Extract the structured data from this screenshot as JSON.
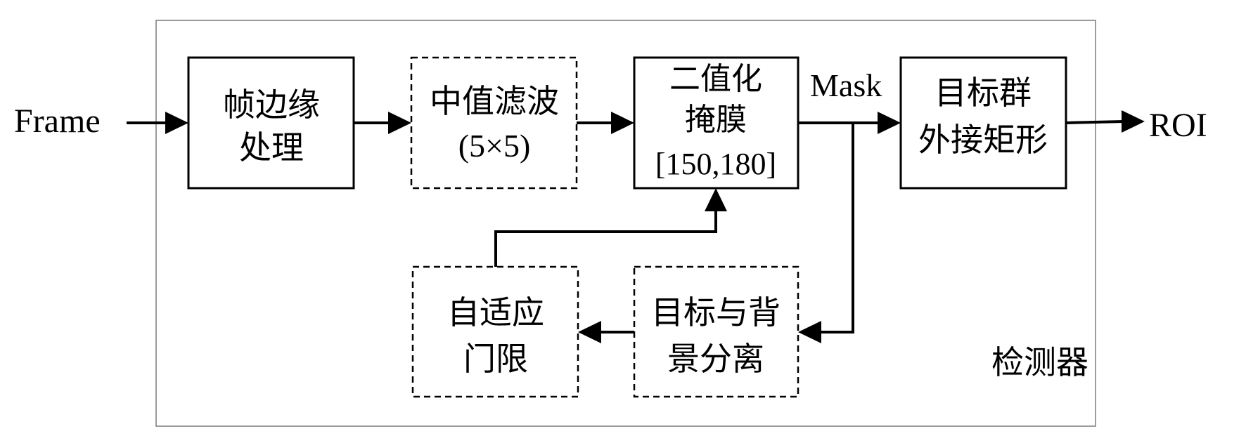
{
  "diagram": {
    "container_label": "检测器",
    "input_label": "Frame",
    "output_label": "ROI",
    "mask_label": "Mask",
    "blocks": {
      "edge": {
        "line1": "帧边缘",
        "line2": "处理"
      },
      "median": {
        "line1": "中值滤波",
        "line2": "(5×5)"
      },
      "binarize": {
        "line1": "二值化",
        "line2": "掩膜",
        "line3": "[150,180]"
      },
      "bbox": {
        "line1": "目标群",
        "line2": "外接矩形"
      },
      "separation": {
        "line1": "目标与背",
        "line2": "景分离"
      },
      "threshold": {
        "line1": "自适应",
        "line2": "门限"
      }
    }
  }
}
